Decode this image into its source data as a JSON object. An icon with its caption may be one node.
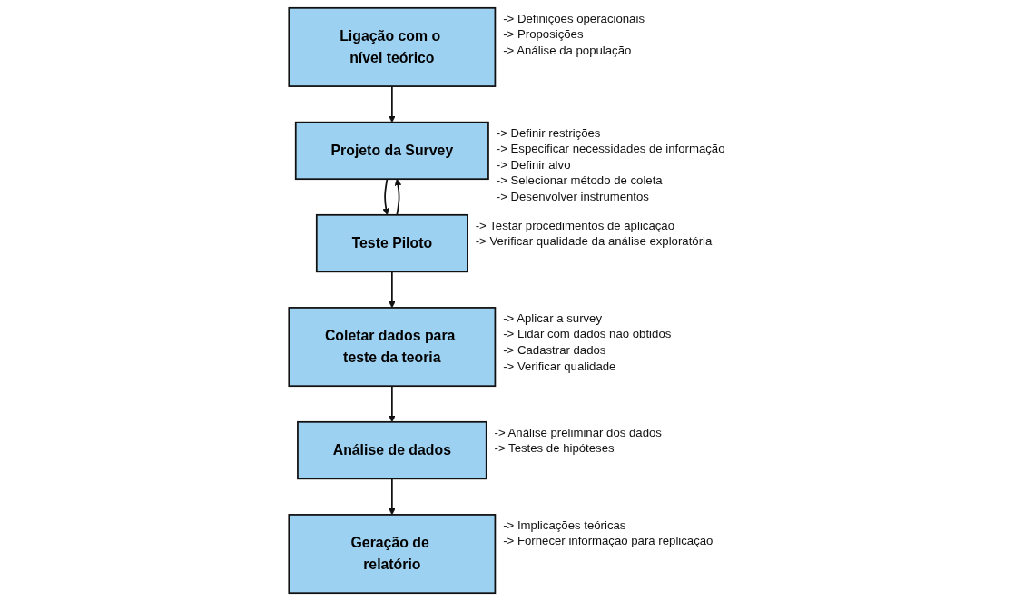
{
  "diagram": {
    "nodes": [
      {
        "text": [
          "Ligação com o nível teórico"
        ],
        "beside": [
          "-> Definições operacionais",
          "-> Proposições",
          "-> Análise da população"
        ]
      },
      {
        "text": [
          "Projeto da Survey"
        ],
        "beside": [
          "-> Definir restrições",
          "-> Especificar necessidades de informação",
          "-> Definir alvo",
          "-> Selecionar método de coleta",
          "-> Desenvolver instrumentos"
        ]
      },
      {
        "text": [
          "Teste Piloto"
        ],
        "beside": [
          "-> Testar procedimentos de aplicação",
          "-> Verificar qualidade da análise exploratória"
        ]
      },
      {
        "text": [
          "Coletar dados para teste da teoria"
        ],
        "beside": [
          "-> Aplicar a survey",
          "-> Lidar com dados não obtidos",
          "-> Cadastrar dados",
          "-> Verificar qualidade"
        ]
      },
      {
        "text": [
          "Análise de dados"
        ],
        "beside": [
          "-> Análise preliminar dos dados",
          "-> Testes de hipóteses"
        ]
      },
      {
        "text": [
          "Geração de relatório"
        ],
        "beside": [
          "-> Implicações teóricas",
          "-> Fornecer informação para replicação"
        ]
      }
    ],
    "edges": [
      {
        "from": 0,
        "to": 1,
        "arrow": "to"
      },
      {
        "from": 1,
        "to": 2,
        "arrow": "to"
      },
      {
        "from": 2,
        "to": 1,
        "arrow": "to"
      },
      {
        "from": 2,
        "to": 3,
        "arrow": "to"
      },
      {
        "from": 3,
        "to": 4,
        "arrow": "to"
      },
      {
        "from": 4,
        "to": 5,
        "arrow": "to"
      }
    ]
  }
}
